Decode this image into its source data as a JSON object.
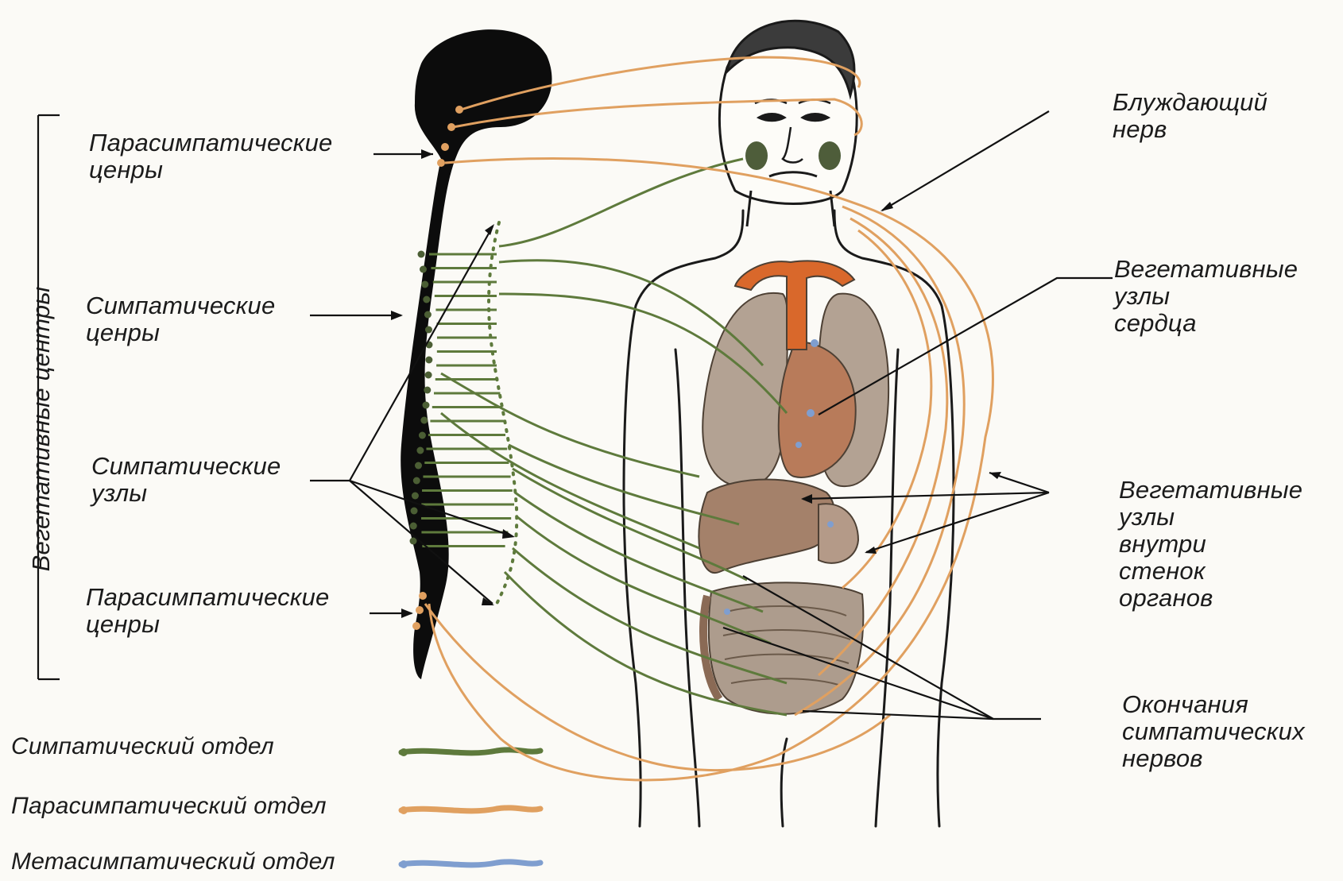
{
  "labels": {
    "vagus_nerve": [
      "Блуждающий",
      "нерв"
    ],
    "parasympathetic_centers_top": [
      "Парасимпатические",
      "ценры"
    ],
    "sympathetic_centers": [
      "Симпатические",
      "ценры"
    ],
    "sympathetic_nodes": [
      "Симпатические",
      "узлы"
    ],
    "parasympathetic_centers_bottom": [
      "Парасимпатические",
      "ценры"
    ],
    "vegetative_centers": "Вегетативные центры",
    "heart_nodes": [
      "Вегетативные",
      "узлы",
      "сердца"
    ],
    "organ_wall_nodes": [
      "Вегетативные",
      "узлы",
      "внутри",
      "стенок",
      "органов"
    ],
    "sympathetic_endings": [
      "Окончания",
      "симпатических",
      "нервов"
    ]
  },
  "legend": [
    {
      "label": "Симпатический  отдел",
      "color": "#5e7a3c"
    },
    {
      "label": "Парасимпатический  отдел",
      "color": "#e0a060"
    },
    {
      "label": "Метасимпатический  отдел",
      "color": "#7f9ecf"
    }
  ],
  "colors": {
    "sympathetic": "#5e7a3c",
    "parasympathetic": "#e0a060",
    "metasympathetic": "#7f9ecf",
    "spinal_cord": "#0c0c0c",
    "organ": "#a89686",
    "heart": "#d9682b"
  }
}
